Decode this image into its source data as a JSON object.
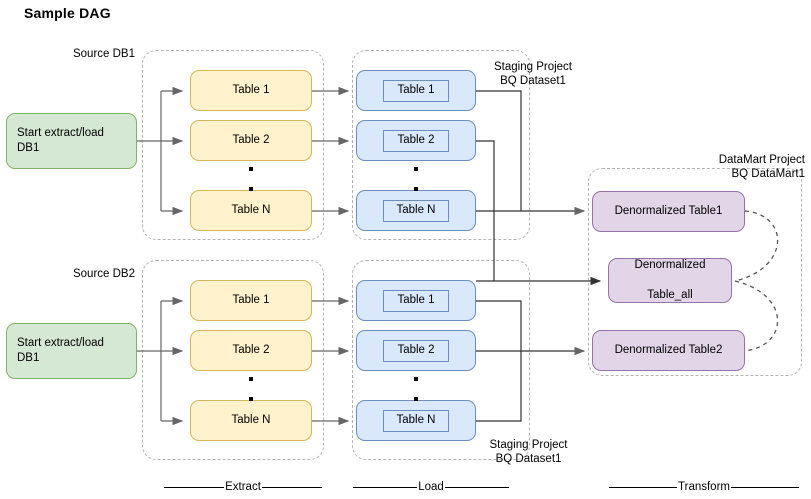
{
  "title": "Sample DAG",
  "groups": {
    "source_db1_label": "Source DB1",
    "source_db2_label": "Source DB2",
    "staging_top_label": "Staging Project\nBQ Dataset1",
    "staging_bottom_label": "Staging Project\nBQ Dataset1",
    "datamart_label": "DataMart Project\nBQ DataMart1"
  },
  "start_nodes": [
    {
      "label": "Start extract/load\nDB1"
    },
    {
      "label": "Start extract/load\nDB1"
    }
  ],
  "extract_top": [
    {
      "label": "Table 1"
    },
    {
      "label": "Table 2"
    },
    {
      "label": "Table N"
    }
  ],
  "extract_bottom": [
    {
      "label": "Table 1"
    },
    {
      "label": "Table 2"
    },
    {
      "label": "Table N"
    }
  ],
  "load_top": [
    {
      "label": "Table 1"
    },
    {
      "label": "Table 2"
    },
    {
      "label": "Table N"
    }
  ],
  "load_bottom": [
    {
      "label": "Table 1"
    },
    {
      "label": "Table 2"
    },
    {
      "label": "Table N"
    }
  ],
  "transform": [
    {
      "label": "Denormalized Table1"
    },
    {
      "label": "Denormalized\n\nTable_all"
    },
    {
      "label": "Denormalized Table2"
    }
  ],
  "phases": [
    {
      "label": "Extract"
    },
    {
      "label": "Load"
    },
    {
      "label": "Transform"
    }
  ],
  "colors": {
    "green_fill": "#d5e8d4",
    "green_stroke": "#82b366",
    "yellow_fill": "#fff2cc",
    "yellow_stroke": "#d6b656",
    "blue_fill": "#dae8fc",
    "blue_stroke": "#6c8ebf",
    "purple_fill": "#e1d5e7",
    "purple_stroke": "#9673a6",
    "group_dash": "#b3b3b3",
    "edge": "#666666",
    "edge_dark": "#000000"
  }
}
